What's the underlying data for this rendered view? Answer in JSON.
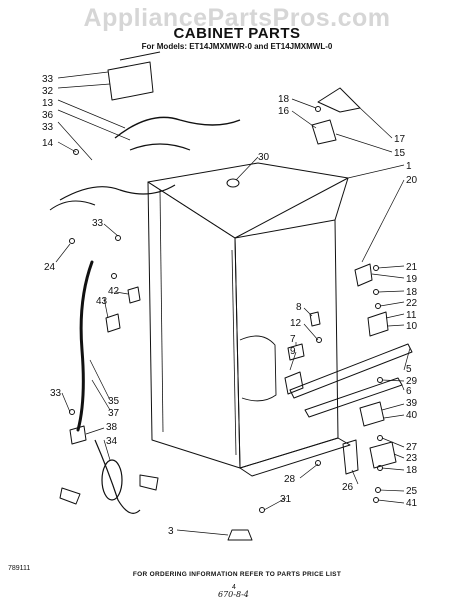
{
  "watermark": "AppliancePartsPros.com",
  "title": "CABINET PARTS",
  "subtitle": "For Models: ET14JMXMWR-0 and ET14JMXMWL-0",
  "footer_note": "FOR ORDERING INFORMATION REFER TO PARTS PRICE LIST",
  "doc_code": "789111",
  "page_number": "4",
  "handwritten_code": "670-8-4",
  "callouts": [
    "33",
    "32",
    "13",
    "36",
    "33",
    "14",
    "24",
    "33",
    "43",
    "42",
    "33",
    "35",
    "37",
    "38",
    "34",
    "3",
    "30",
    "18",
    "16",
    "17",
    "15",
    "1",
    "20",
    "21",
    "19",
    "18",
    "22",
    "11",
    "10",
    "8",
    "12",
    "7",
    "9",
    "5",
    "29",
    "6",
    "39",
    "40",
    "27",
    "23",
    "18",
    "25",
    "41",
    "26",
    "28",
    "31"
  ]
}
